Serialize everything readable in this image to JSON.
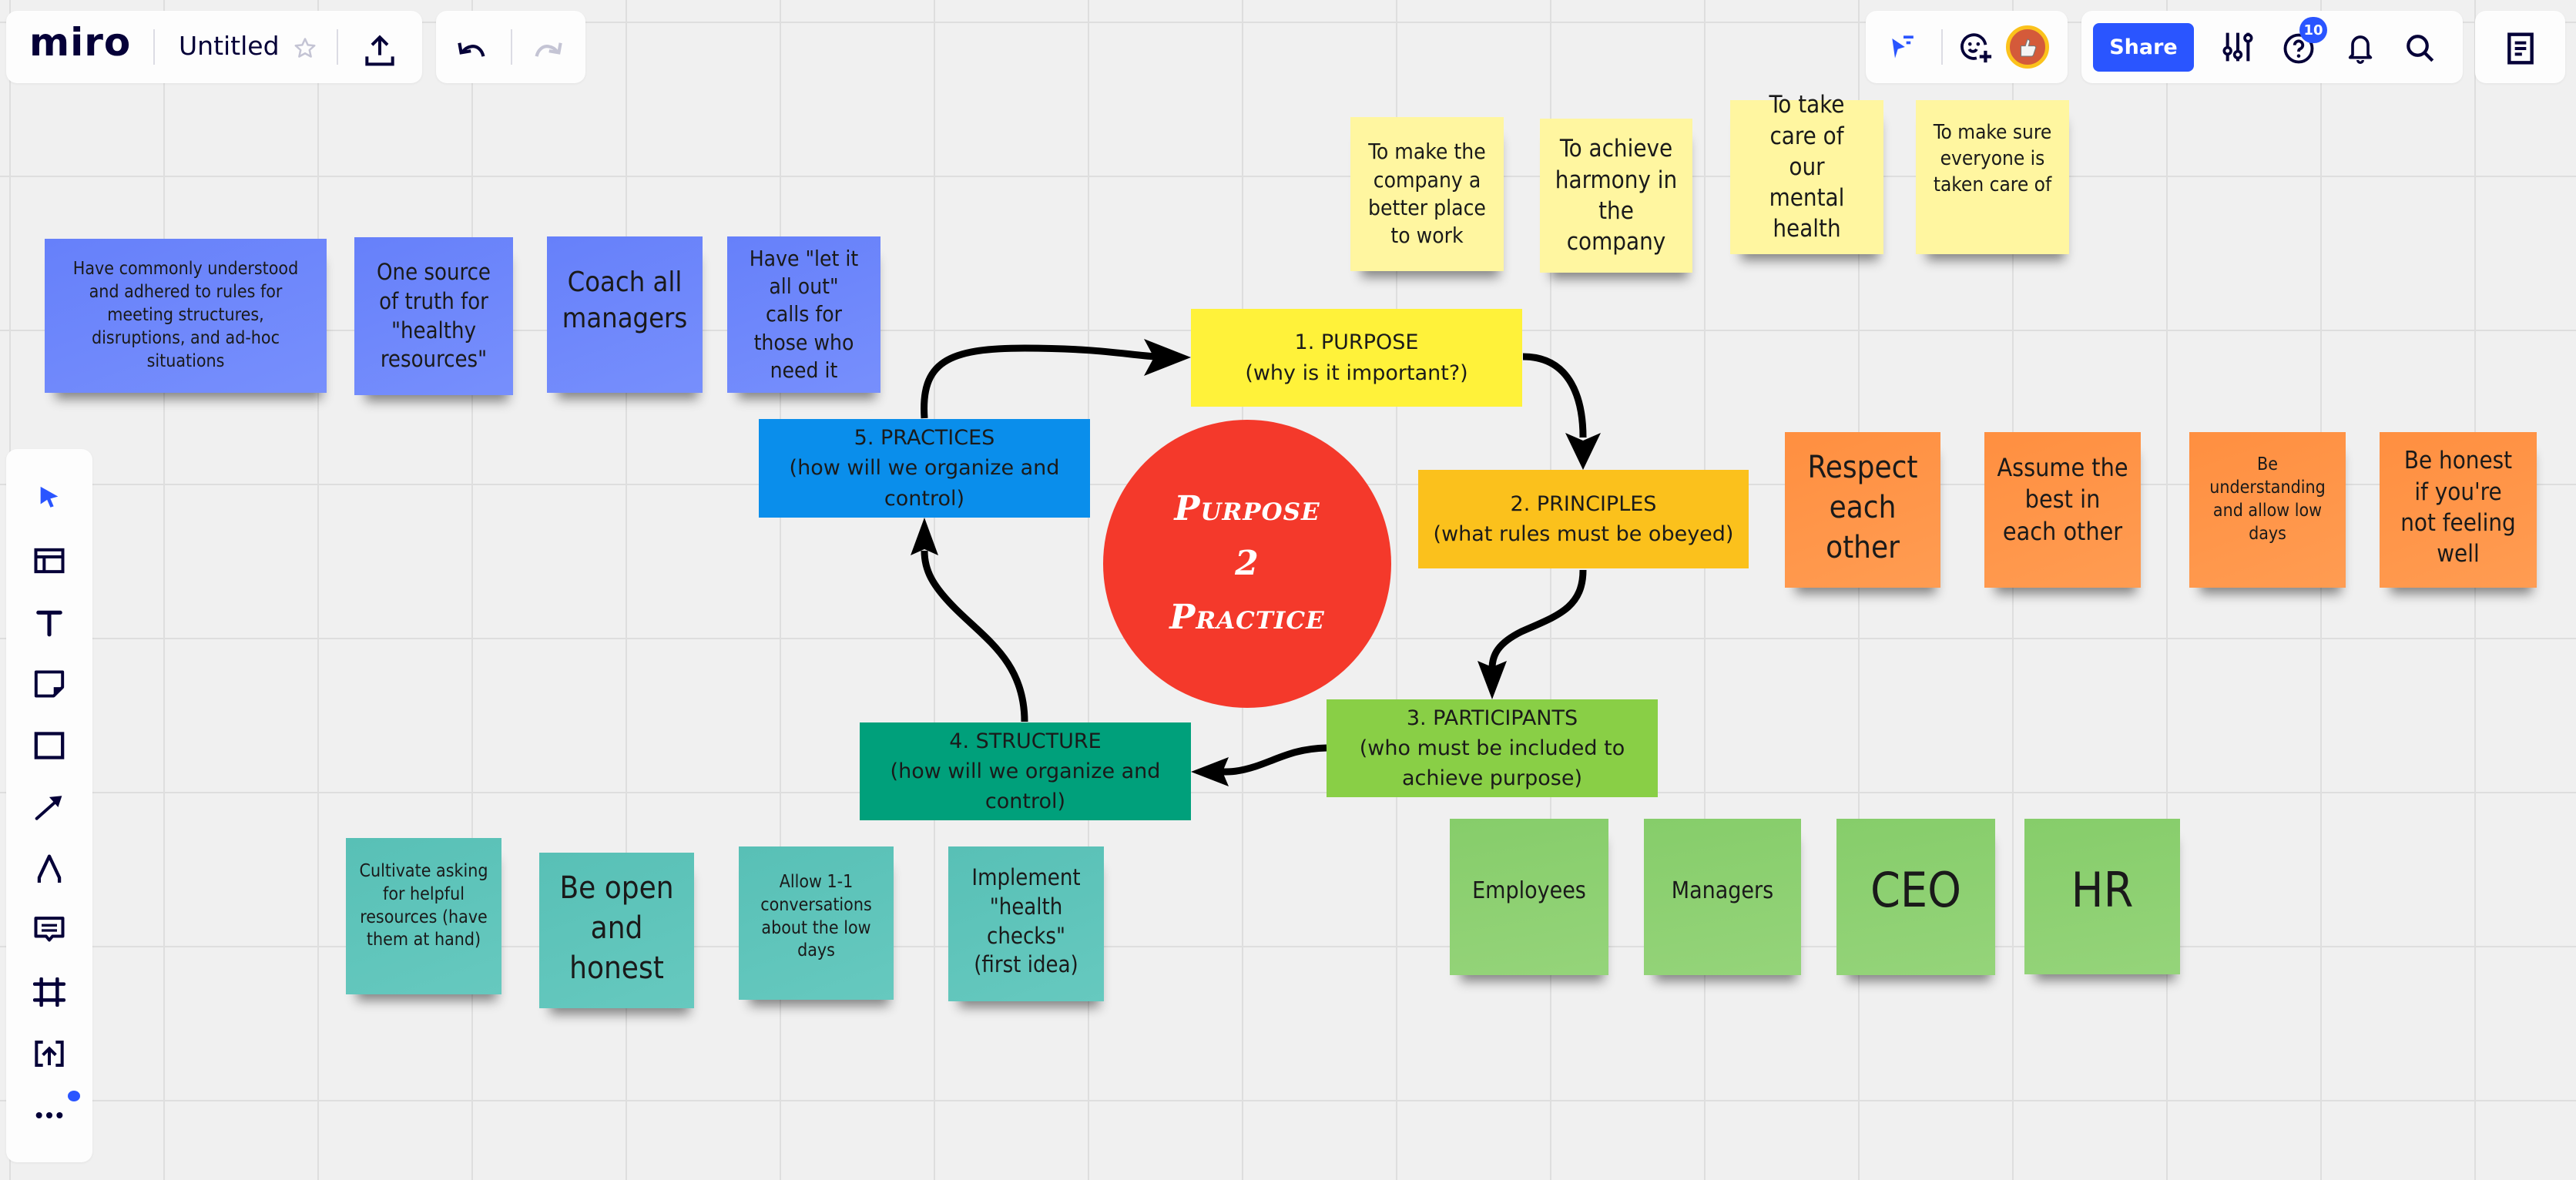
{
  "topbar": {
    "logo": "miro",
    "board_title": "Untitled",
    "share_label": "Share",
    "help_badge_count": "10",
    "icons": [
      "star-icon",
      "export-icon",
      "undo-icon",
      "redo-icon",
      "reactions-cursor-icon",
      "invite-face-icon",
      "user-avatar",
      "settings-sliders-icon",
      "help-icon",
      "bell-icon",
      "search-icon",
      "notes-list-icon"
    ]
  },
  "left_toolbar": {
    "tools": [
      "select",
      "templates",
      "text",
      "sticky-note",
      "shape",
      "arrow-line",
      "pen",
      "comment",
      "frame",
      "upload",
      "more"
    ]
  },
  "colors": {
    "accent": "#2a55ff",
    "purpose": "#fff23a",
    "principles": "#fbc11c",
    "participants": "#89cf46",
    "structure": "#00a07b",
    "practices": "#0a8eeb",
    "center_circle": "#f4392b",
    "sticky_blue": "#6b87fb",
    "sticky_yellow": "#fff6a0",
    "sticky_orange": "#ff9447",
    "sticky_teal": "#5cc4b9",
    "sticky_green": "#8ad06c"
  },
  "center": {
    "title": "Purpose\n2\nPractice"
  },
  "cycle": [
    {
      "id": "purpose",
      "label": "1. PURPOSE\n(why is it important?)"
    },
    {
      "id": "principles",
      "label": "2. PRINCIPLES\n(what rules must be obeyed)"
    },
    {
      "id": "participants",
      "label": "3. PARTICIPANTS\n(who must be included to\nachieve purpose)"
    },
    {
      "id": "structure",
      "label": "4. STRUCTURE\n(how will we organize and\ncontrol)"
    },
    {
      "id": "practices",
      "label": "5. PRACTICES\n(how will we organize and\ncontrol)"
    }
  ],
  "stickies": {
    "purpose_notes": [
      "To make the company a better place to work",
      "To achieve harmony in the company",
      "To take care of our mental health",
      "To make sure everyone is taken care of"
    ],
    "principles_notes": [
      "Respect each other",
      "Assume the best in each other",
      "Be understanding and allow low days",
      "Be honest if you're not feeling well"
    ],
    "participants_notes": [
      "Employees",
      "Managers",
      "CEO",
      "HR"
    ],
    "structure_notes": [
      "Cultivate asking for helpful resources (have them at hand)",
      "Be open and honest",
      "Allow 1-1 conversations about the low days",
      "Implement \"health checks\" (first idea)"
    ],
    "practices_notes": [
      "Have commonly understood and adhered to rules for meeting structures, disruptions, and ad-hoc situations",
      "One source of truth for \"healthy resources\"",
      "Coach all managers",
      "Have \"let it all out\" calls for those who need it"
    ]
  }
}
